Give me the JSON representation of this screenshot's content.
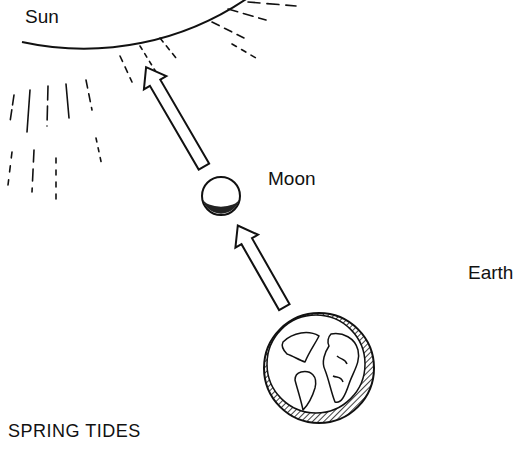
{
  "diagram": {
    "caption": "SPRING TIDES",
    "nodes": [
      {
        "text": [
          "Sun"
        ]
      },
      {
        "text": [
          "Moon"
        ]
      },
      {
        "text": [
          "Earth"
        ]
      }
    ],
    "edges": [
      {
        "from": 2,
        "to": 1,
        "arrow": "to"
      },
      {
        "from": 1,
        "to": 0,
        "arrow": "to"
      }
    ]
  }
}
